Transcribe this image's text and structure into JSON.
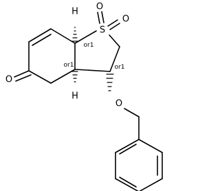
{
  "molecule": {
    "atoms": {
      "sulfur": "S",
      "sulfone_oxygen_1": "O",
      "sulfone_oxygen_2": "O",
      "ketone_oxygen": "O",
      "ether_oxygen": "O",
      "h_top": "H",
      "h_middle": "H"
    },
    "stereo_labels": {
      "c7a": "or1",
      "c3a": "or1",
      "c3": "or1"
    }
  }
}
